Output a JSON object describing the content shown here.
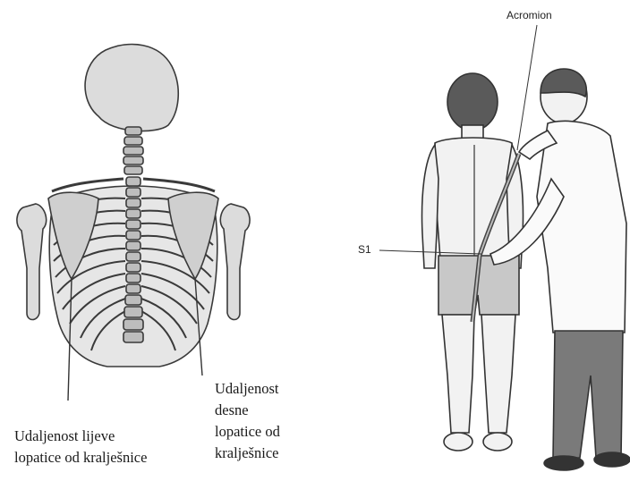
{
  "left_figure": {
    "caption_left": "Udaljenost lijeve\nlopatice od kralješnice",
    "caption_right": "Udaljenost\ndesne\nlopatice od\nkralješnice"
  },
  "right_figure": {
    "label_acromion": "Acromion",
    "label_s1": "S1"
  },
  "colors": {
    "bone_fill": "#dcdcdc",
    "bone_stroke": "#3a3a3a",
    "skin_fill": "#f2f2f2",
    "shorts_fill": "#c8c8c8",
    "hair_fill": "#5a5a5a",
    "trousers_fill": "#7a7a7a"
  }
}
